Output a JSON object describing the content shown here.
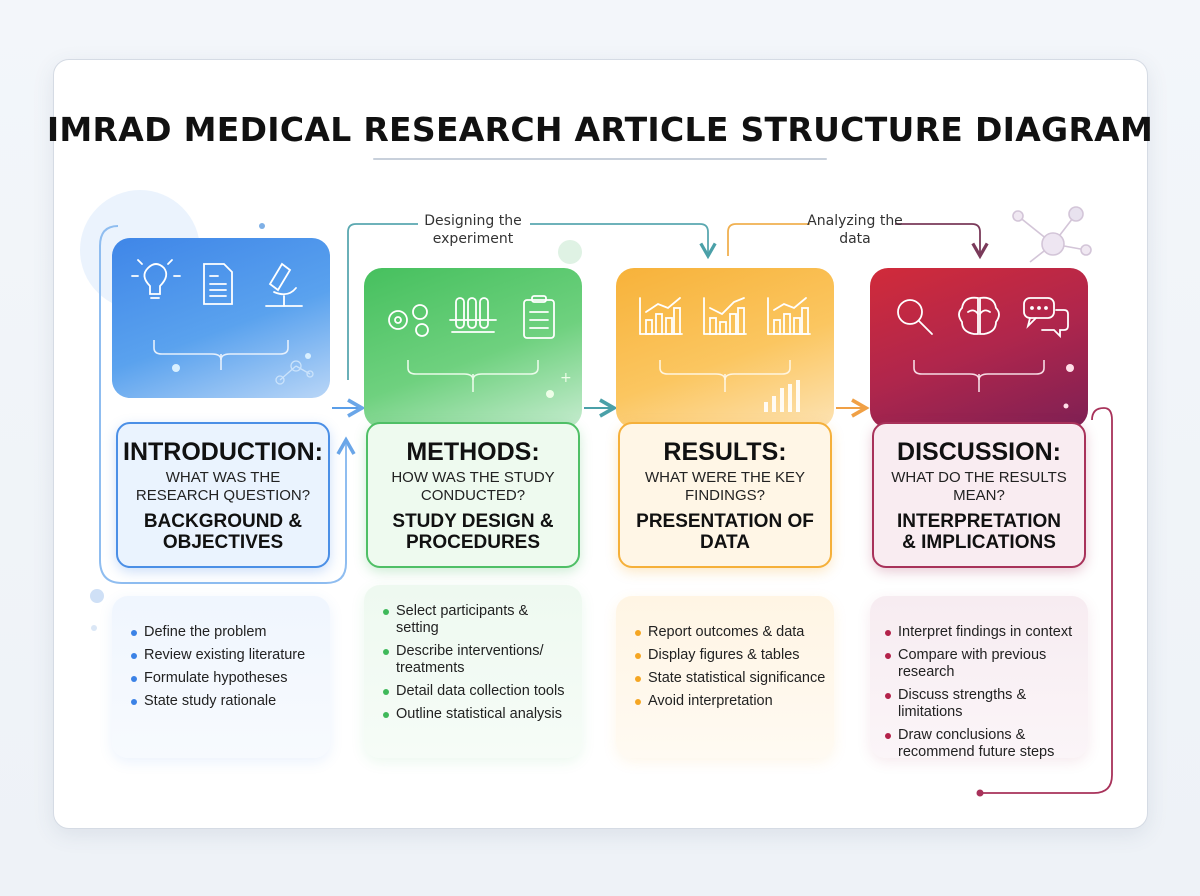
{
  "title": "IMRAD MEDICAL RESEARCH ARTICLE STRUCTURE DIAGRAM",
  "flow_labels": {
    "designing": "Designing the experiment",
    "analyzing": "Analyzing the data"
  },
  "stages": [
    {
      "id": "introduction",
      "title": "INTRODUCTION:",
      "question": "WHAT WAS THE RESEARCH QUESTION?",
      "subtitle": "BACKGROUND & OBJECTIVES",
      "color": "#3b82e6",
      "icons": [
        "lightbulb-icon",
        "document-icon",
        "microscope-icon"
      ],
      "bullets": [
        "Define the problem",
        "Review existing literature",
        "Formulate hypotheses",
        "State study rationale"
      ]
    },
    {
      "id": "methods",
      "title": "METHODS:",
      "question": "HOW WAS THE STUDY CONDUCTED?",
      "subtitle": "STUDY DESIGN & PROCEDURES",
      "color": "#3fb95a",
      "icons": [
        "gears-icon",
        "test-tubes-icon",
        "clipboard-icon"
      ],
      "bullets": [
        "Select participants & setting",
        "Describe interventions/ treatments",
        "Detail data collection tools",
        "Outline statistical analysis"
      ]
    },
    {
      "id": "results",
      "title": "RESULTS:",
      "question": "WHAT WERE THE KEY FINDINGS?",
      "subtitle": "PRESENTATION OF DATA",
      "color": "#f5a623",
      "icons": [
        "bar-chart-icon",
        "bar-chart-icon",
        "bar-chart-icon"
      ],
      "bullets": [
        "Report outcomes & data",
        "Display figures & tables",
        "State statistical significance",
        "Avoid interpretation"
      ]
    },
    {
      "id": "discussion",
      "title": "DISCUSSION:",
      "question": "WHAT DO THE RESULTS MEAN?",
      "subtitle": "INTERPRETATION & IMPLICATIONS",
      "color": "#b3224a",
      "icons": [
        "magnifier-icon",
        "brain-icon",
        "chat-bubbles-icon"
      ],
      "bullets": [
        "Interpret findings in context",
        "Compare with previous research",
        "Discuss strengths & limitations",
        "Draw conclusions & recommend future steps"
      ]
    }
  ]
}
